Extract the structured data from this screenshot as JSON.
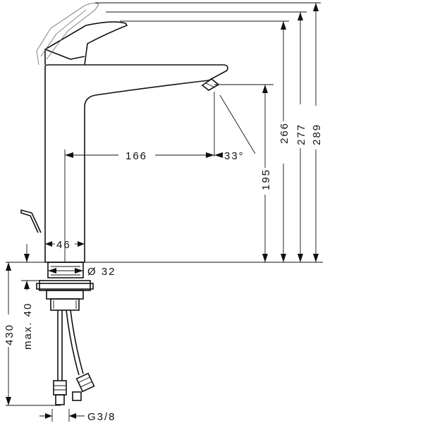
{
  "dimensions": {
    "spout_reach": "166",
    "spray_angle": "33°",
    "body_width": "46",
    "hose_diameter": "Ø 32",
    "spout_height": "195",
    "height_266": "266",
    "height_277": "277",
    "total_height": "289",
    "hose_length": "430",
    "max_deck_thickness": "max. 40",
    "thread": "G3/8"
  },
  "colors": {
    "line": "#111111",
    "background": "#ffffff"
  }
}
